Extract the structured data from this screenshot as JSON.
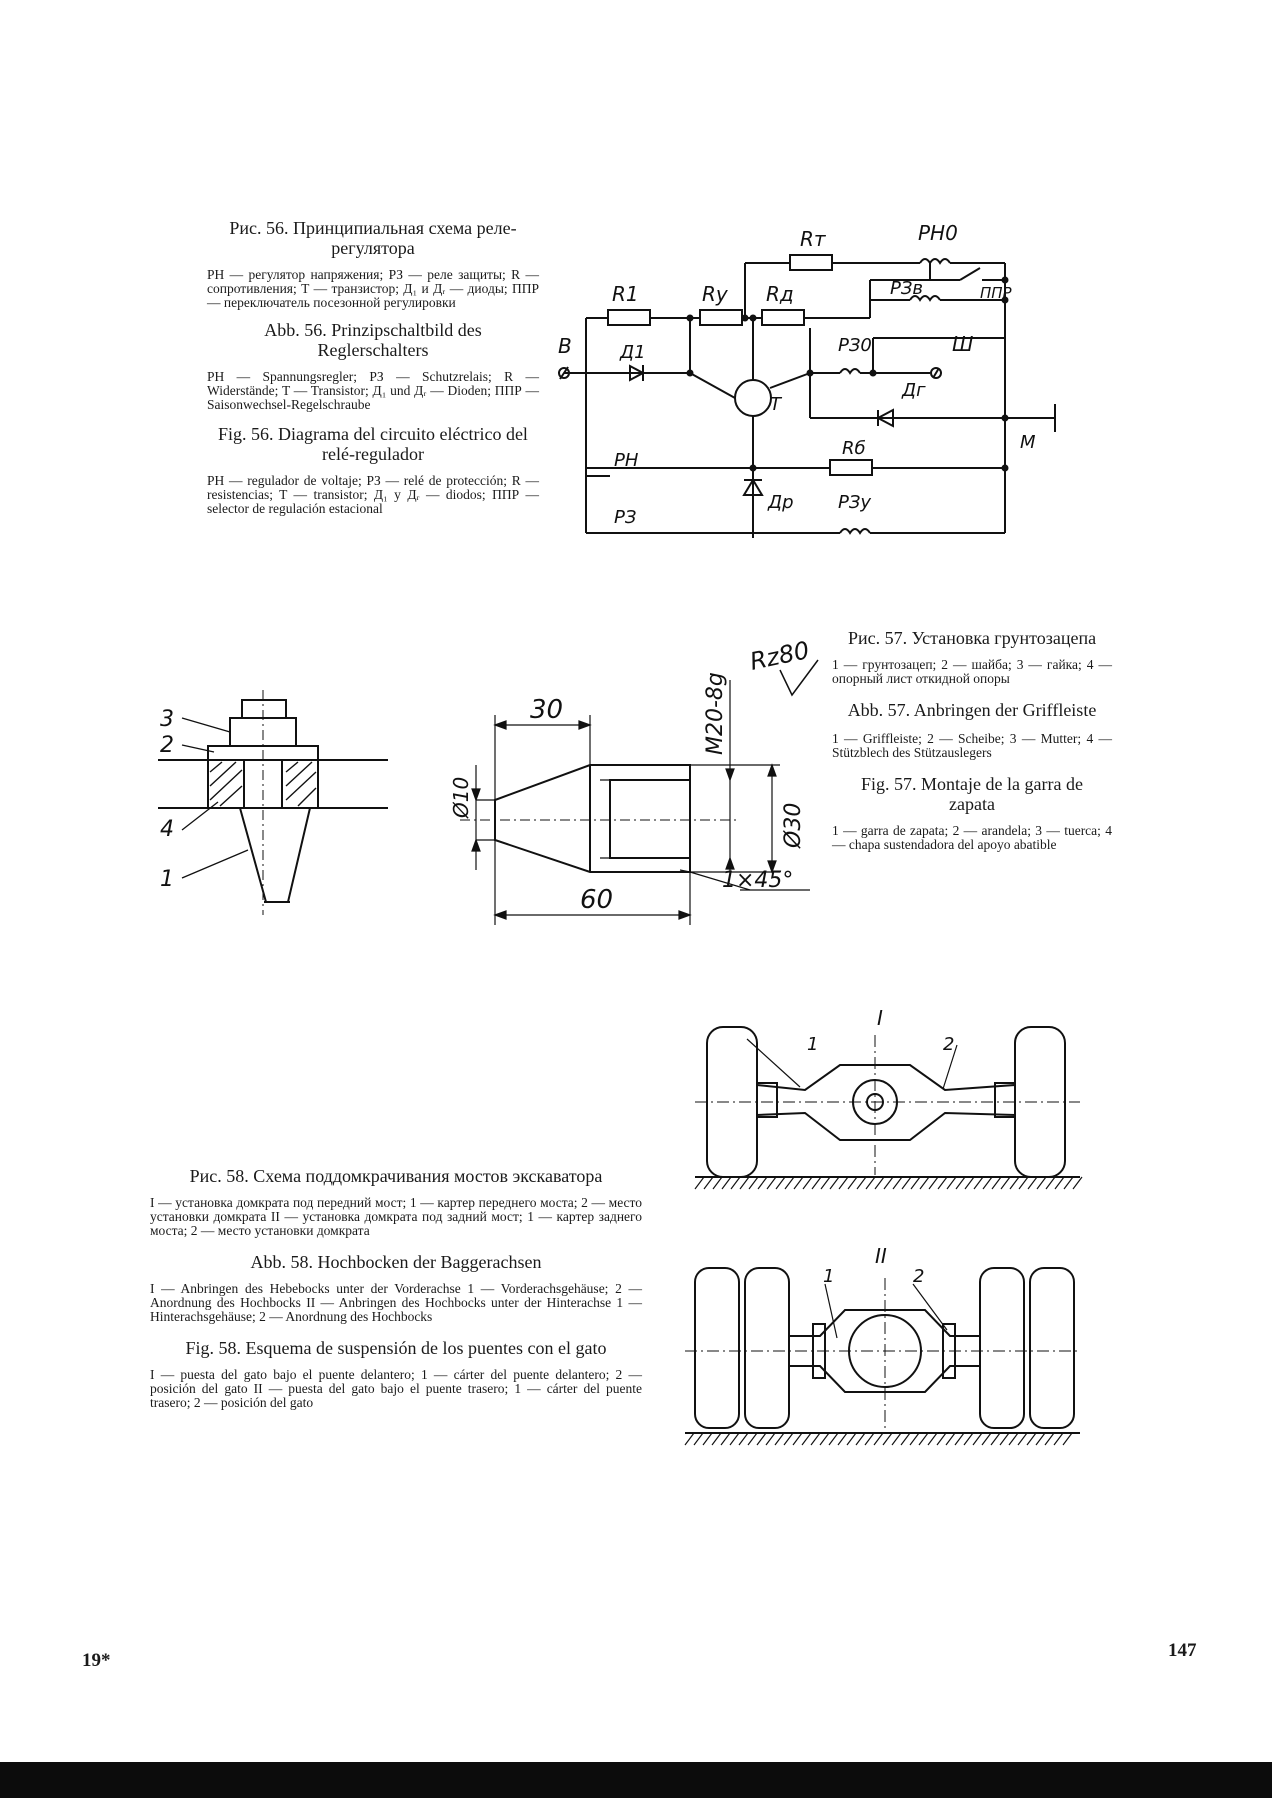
{
  "fig56": {
    "title_ru": "Рис. 56. Принципиальная схема реле-регулятора",
    "legend_ru": "РН — регулятор напряжения; РЗ — реле защиты; R — сопротивления; Т — транзистор; Д₁ и Дᵣ — диоды; ППР — переключатель посезонной регулировки",
    "title_de": "Abb. 56. Prinzipschaltbild des Reglerschalters",
    "legend_de": "PH — Spannungsregler; PЗ — Schutzrelais; R — Widerstände; T — Transistor; Д₁ und Дᵣ — Dioden; ППР — Saisonwechsel-Regelschraube",
    "title_es": "Fig. 56. Diagrama del circuito eléctrico del relé-regulador",
    "legend_es": "PH — regulador de voltaje; PЗ — relé de protección; R — resistencias; T — transistor; Д₁ y Дᵣ — diodos; ППР — selector de regulación estacional",
    "labels": {
      "b": "В",
      "r1": "R1",
      "ry": "Rу",
      "rd": "Rд",
      "rt": "Rт",
      "rh0": "PH0",
      "ppr": "ППР",
      "rzv": "PЗв",
      "rz0": "PЗ0",
      "sh": "Ш",
      "d1": "Д1",
      "t": "Т",
      "dg": "Дг",
      "m": "М",
      "rb": "Rб",
      "rh": "PH",
      "rz": "PЗ",
      "dr": "Др",
      "rzy": "PЗу"
    }
  },
  "fig57": {
    "title_ru": "Рис. 57. Установка грунтозацепа",
    "legend_ru": "1 — грунтозацеп; 2 — шайба; 3 — гайка; 4 — опорный лист откидной опоры",
    "title_de": "Abb. 57. Anbringen der Griffleiste",
    "legend_de": "1 — Griffleiste; 2 — Scheibe; 3 — Mutter; 4 — Stützblech des Stützauslegers",
    "title_es": "Fig. 57. Montaje de la garra de zapata",
    "legend_es": "1 — garra de zapata; 2 — arandela; 3 — tuerca; 4 — chapa sustendadora del apoyo abatible",
    "labels": {
      "n1": "1",
      "n2": "2",
      "n3": "3",
      "n4": "4",
      "d30": "30",
      "d60": "60",
      "d10": "Ø10",
      "dphi30": "Ø30",
      "thread": "M20-8g",
      "chamfer": "1×45°",
      "rz": "Rz80"
    }
  },
  "fig58": {
    "title_ru": "Рис. 58. Схема поддомкрачивания мостов экскаватора",
    "legend_ru": "I — установка домкрата под передний мост; 1 — картер переднего моста; 2 — место установки домкрата II — установка домкрата под задний мост; 1 — картер заднего моста; 2 — место установки домкрата",
    "title_de": "Abb. 58. Hochbocken der Baggerachsen",
    "legend_de": "I — Anbringen des Hebebocks unter der Vorderachse 1 — Vorderachsgehäuse; 2 — Anordnung des Hochbocks II — Anbringen des Hochbocks unter der Hinterachse 1 — Hinterachsgehäuse; 2 — Anordnung des Hochbocks",
    "title_es": "Fig. 58. Esquema de suspensión de los puentes con el gato",
    "legend_es": "I — puesta del gato bajo el puente delantero; 1 — cárter del puente delantero; 2 — posición del gato II — puesta del gato bajo el puente trasero; 1 — cárter del puente trasero; 2 — posición del gato",
    "labels": {
      "front": "I",
      "rear": "II",
      "n1": "1",
      "n2": "2"
    }
  },
  "page": {
    "signature": "19*",
    "number": "147"
  }
}
